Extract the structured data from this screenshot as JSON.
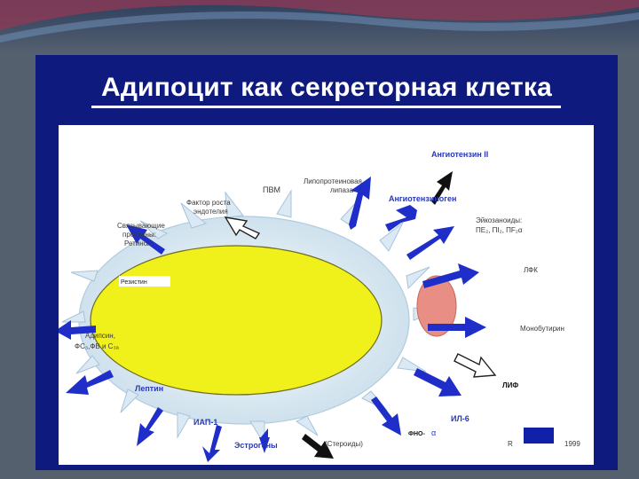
{
  "title": "Адипоцит как секреторная клетка",
  "labels": {
    "angiotensin": "Ангиотензин II",
    "lipase_1": "Липопротеиновая",
    "lipase_2": "липаза",
    "pvm": "ПВМ",
    "angiotensinogen": "Ангиотензиноген",
    "growth_1": "Фактор роста",
    "growth_2": "эндотелия",
    "binding_1": "Связывающие",
    "binding_2": "протеины:",
    "binding_3": "Ретинол",
    "eicos_1": "Эйкозаноиды:",
    "eicos_2": "ПЕ₂, ПІ₂, ПF₂α",
    "resistin": "Резистин",
    "lfk": "ЛФК",
    "adipsin_1": "Адипсин,",
    "adipsin_2": "ФС₃,ФВ и С₃ₐ",
    "monobutyrin": "Монобутирин",
    "leptin": "Лептин",
    "lif": "ЛИФ",
    "iap": "ИАП-1",
    "il6": "ИЛ-6",
    "fno": "ФНО-",
    "alpha": "α",
    "estrogens": "Эстрогены",
    "steroids": "(Стероиды)",
    "citation_r": "R",
    "citation_year": "1999"
  },
  "colors": {
    "panel": "#0f1a7e",
    "cell_body": "#f0f01a",
    "nucleus": "#e88e84",
    "membrane": "#d6e6f2",
    "arrow_blue": "#1f2ec9",
    "label_blue": "#2838b6",
    "label_gray": "#3a3a3a"
  }
}
